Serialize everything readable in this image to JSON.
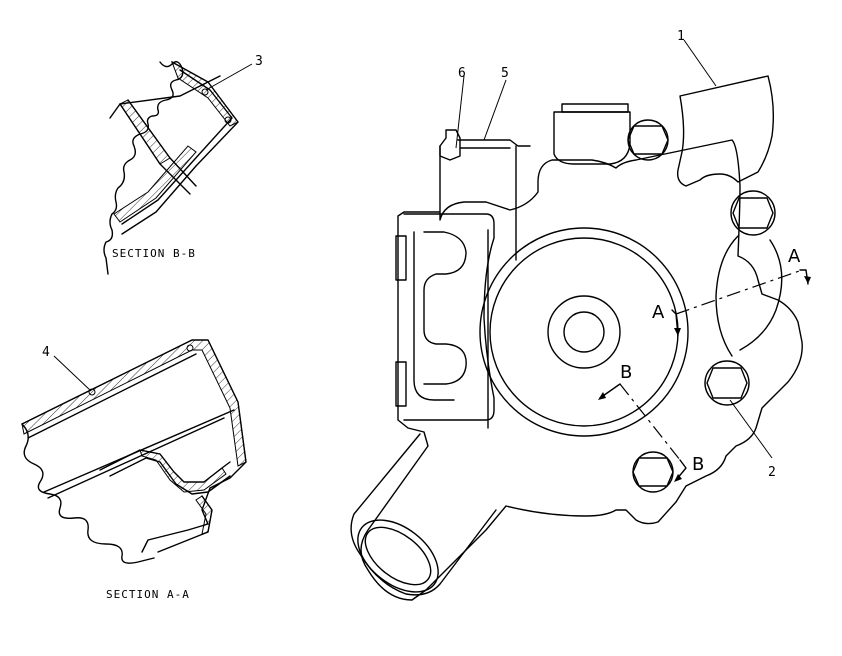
{
  "callouts": {
    "c1": "1",
    "c2": "2",
    "c3": "3",
    "c4": "4",
    "c5": "5",
    "c6": "6"
  },
  "section_marks": {
    "a_top": "A",
    "a_bottom": "A",
    "b_top": "B",
    "b_bottom": "B"
  },
  "section_titles": {
    "bb": "SECTION B-B",
    "aa": "SECTION A-A"
  }
}
